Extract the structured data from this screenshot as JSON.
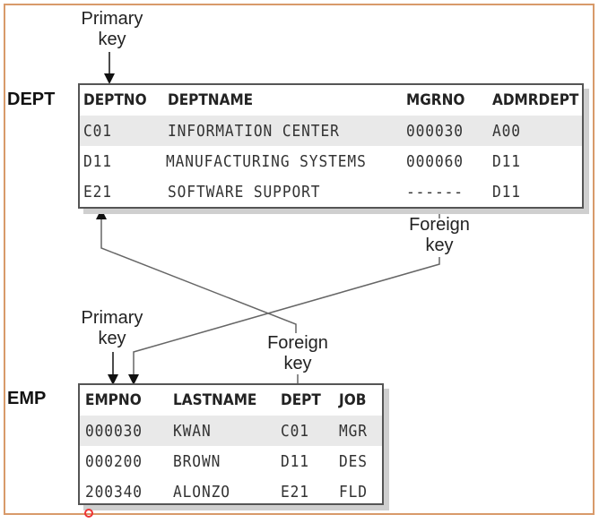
{
  "dept": {
    "name": "DEPT",
    "primary_key_label": [
      "Primary",
      "key"
    ],
    "foreign_key_label": [
      "Foreign",
      "key"
    ],
    "columns": [
      "DEPTNO",
      "DEPTNAME",
      "MGRNO",
      "ADMRDEPT"
    ],
    "rows": [
      [
        "C01",
        "INFORMATION CENTER",
        "000030",
        "A00"
      ],
      [
        "D11",
        "MANUFACTURING SYSTEMS",
        "000060",
        "D11"
      ],
      [
        "E21",
        "SOFTWARE SUPPORT",
        "------",
        "D11"
      ]
    ]
  },
  "emp": {
    "name": "EMP",
    "primary_key_label": [
      "Primary",
      "key"
    ],
    "foreign_key_label": [
      "Foreign",
      "key"
    ],
    "columns": [
      "EMPNO",
      "LASTNAME",
      "DEPT",
      "JOB"
    ],
    "rows": [
      [
        "000030",
        "KWAN",
        "C01",
        "MGR"
      ],
      [
        "000200",
        "BROWN",
        "D11",
        "DES"
      ],
      [
        "200340",
        "ALONZO",
        "E21",
        "FLD"
      ]
    ]
  },
  "colors": {
    "frame": "#d89a6a",
    "highlight_row": "#e9e9e9"
  }
}
